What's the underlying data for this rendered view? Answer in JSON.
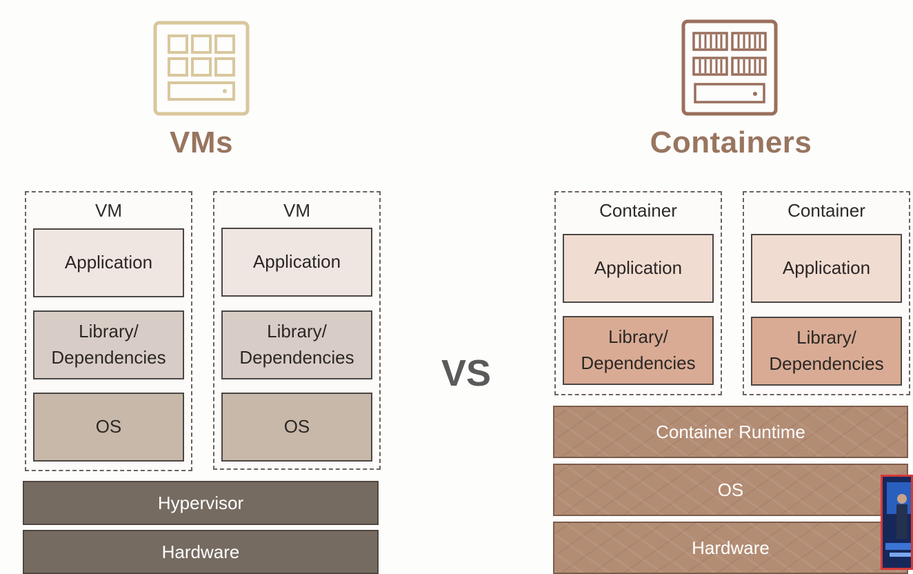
{
  "vms": {
    "title": "VMs",
    "icon_color": "#d9c79d",
    "box_caption": "VM",
    "layers": [
      "Application",
      "Library/\nDependencies",
      "OS"
    ],
    "base_layers": [
      "Hypervisor",
      "Hardware"
    ]
  },
  "separator": "VS",
  "containers": {
    "title": "Containers",
    "icon_color": "#9a6f5d",
    "box_caption": "Container",
    "layers": [
      "Application",
      "Library/\nDependencies"
    ],
    "base_layers": [
      "Container Runtime",
      "OS",
      "Hardware"
    ]
  }
}
